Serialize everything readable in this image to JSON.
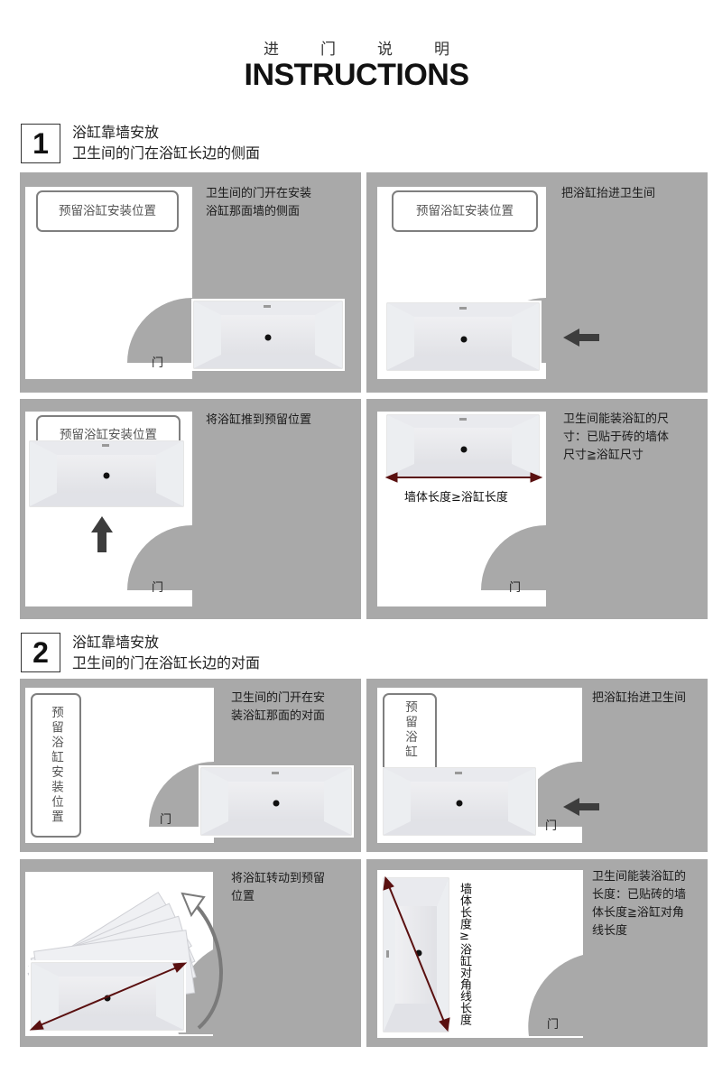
{
  "header": {
    "title_cn": "进门说明",
    "title_en": "INSTRUCTIONS"
  },
  "sections": [
    {
      "number": "1",
      "line1": "浴缸靠墙安放",
      "line2": "卫生间的门在浴缸长边的侧面",
      "panels": [
        {
          "text": "卫生间的门开在安装\n浴缸那面墙的侧面",
          "reserved": "预留浴缸安装位置",
          "door": "门"
        },
        {
          "text": "把浴缸抬进卫生间",
          "reserved": "预留浴缸安装位置"
        },
        {
          "text": "将浴缸推到预留位置",
          "reserved": "预留浴缸安装位置",
          "door": "门"
        },
        {
          "text": "卫生间能装浴缸的尺\n寸：已贴于砖的墙体\n尺寸≧浴缸尺寸",
          "dimension": "墙体长度≥浴缸长度",
          "door": "门"
        }
      ]
    },
    {
      "number": "2",
      "line1": "浴缸靠墙安放",
      "line2": "卫生间的门在浴缸长边的对面",
      "panels": [
        {
          "text": "卫生间的门开在安\n装浴缸那面的对面",
          "reserved": "预留浴缸安装位置",
          "door": "门"
        },
        {
          "text": "把浴缸抬进卫生间",
          "reserved": "预留浴缸",
          "door": "门"
        },
        {
          "text": "将浴缸转动到预留\n位置"
        },
        {
          "text": "卫生间能装浴缸的\n长度：已贴砖的墙\n体长度≧浴缸对角\n线长度",
          "dimension": "墙体长度≥浴缸对角线长度",
          "door": "门"
        }
      ]
    }
  ],
  "colors": {
    "panel_bg": "#a9a9a9",
    "floor": "#ffffff",
    "arrow": "#3d3d3d",
    "dimension_line": "#5a1010"
  }
}
